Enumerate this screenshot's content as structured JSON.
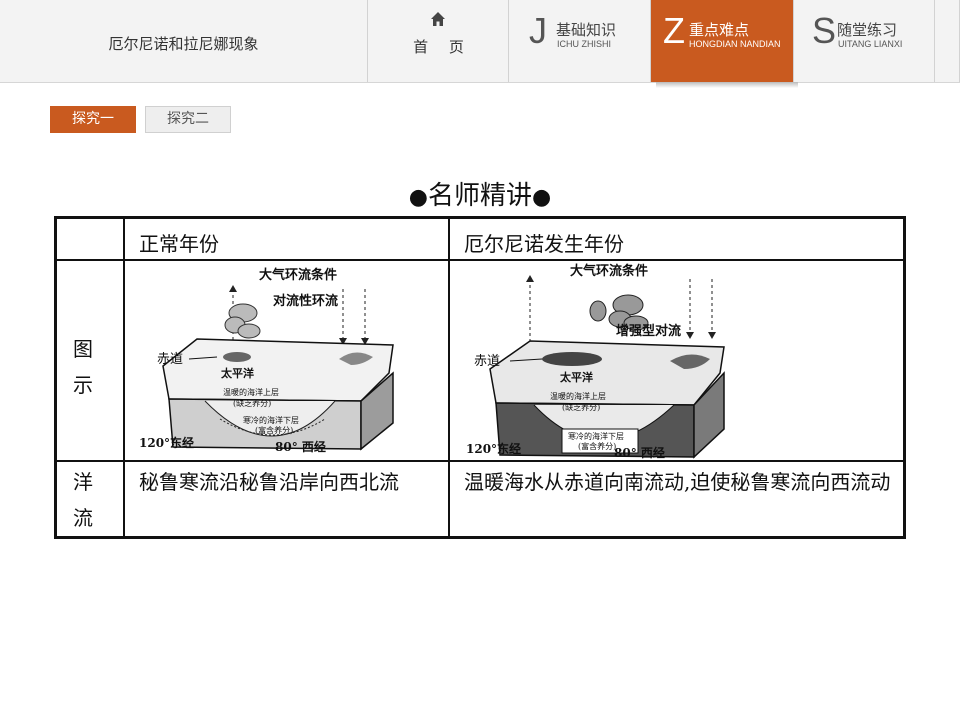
{
  "header": {
    "lesson_title": "厄尔尼诺和拉尼娜现象",
    "home_label": "首 页",
    "tabs": [
      {
        "letter": "J",
        "label": "基础知识",
        "pinyin": "ICHU ZHISHI",
        "active": false
      },
      {
        "letter": "Z",
        "label": "重点难点",
        "pinyin": "HONGDIAN NANDIAN",
        "active": true
      },
      {
        "letter": "S",
        "label": "随堂练习",
        "pinyin": "UITANG LIANXI",
        "active": false
      }
    ],
    "accent_color": "#c95a1f"
  },
  "subtabs": [
    {
      "label": "探究一",
      "active": true
    },
    {
      "label": "探究二",
      "active": false
    }
  ],
  "section": {
    "bullet": "●",
    "title": "名师精讲"
  },
  "table": {
    "columns": [
      "",
      "正常年份",
      "厄尔尼诺发生年份"
    ],
    "row_figure_label": "图示",
    "row_flow_label": "洋流",
    "flow_normal": "秘鲁寒流沿秘鲁沿岸向西北流",
    "flow_elnino": "温暖海水从赤道向南流动,迫使秘鲁寒流向西流动",
    "figure_normal": {
      "top_label": "大气环流条件",
      "convection": "对流性环流",
      "equator": "赤道",
      "ocean": "太平洋",
      "upper_layer": "温暖的海洋上层",
      "upper_sub": "(缺乏养分)",
      "lower_layer": "寒冷的海洋下层",
      "lower_sub": "(富含养分)",
      "lon_east": "120°东经",
      "lon_west": "80° 西经"
    },
    "figure_elnino": {
      "top_label": "大气环流条件",
      "convection": "增强型对流",
      "equator": "赤道",
      "ocean": "太平洋",
      "upper_layer": "温暖的海洋上层",
      "upper_sub": "(缺乏养分)",
      "lower_layer": "寒冷的海洋下层",
      "lower_sub": "(富含养分)",
      "lon_east": "120°东经",
      "lon_west": "80° 西经"
    }
  }
}
